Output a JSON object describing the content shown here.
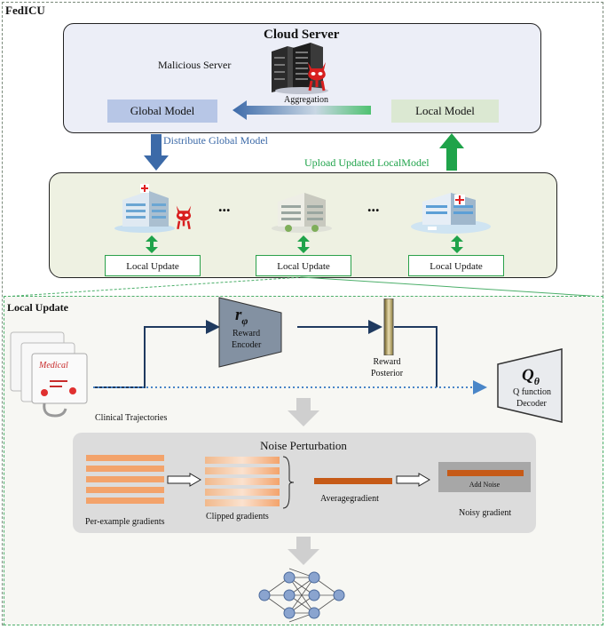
{
  "frame": {
    "title": "FedICU"
  },
  "cloud": {
    "title": "Cloud Server",
    "malicious_label": "Malicious Server",
    "aggregation_label": "Aggregation",
    "global_model": "Global Model",
    "local_model": "Local Model"
  },
  "flows": {
    "distribute": "Distribute Global Model",
    "upload": "Upload Updated LocalModel"
  },
  "clients": {
    "dots": "...",
    "local_updates": [
      "Local Update",
      "Local Update",
      "Local Update"
    ]
  },
  "local": {
    "title": "Local Update",
    "reward_encoder_symbol": "r",
    "reward_encoder_sub": "φ",
    "reward_encoder_label1": "Reward",
    "reward_encoder_label2": "Encoder",
    "reward_posterior_label1": "Reward",
    "reward_posterior_label2": "Posterior",
    "q_symbol": "Q",
    "q_sub": "θ",
    "q_label1": "Q function",
    "q_label2": "Decoder",
    "trajectories_label": "Clinical Trajectories",
    "card_logo": "Medical"
  },
  "noise": {
    "title": "Noise Perturbation",
    "per_example": "Per-example gradients",
    "clipped": "Clipped gradients",
    "average": "Averagegradient",
    "add_noise": "Add Noise",
    "noisy": "Noisy gradient"
  },
  "colors": {
    "global_model_bg": "#b7c6e6",
    "local_model_bg": "#dbe8d2",
    "upload_text": "#1fa34a",
    "distribute_text": "#3c6aa8",
    "gradient_orange": "#f3a36b",
    "average_bar": "#c65a17",
    "encoder_fill": "#8391a2",
    "nn_node": "#8aa4cf"
  }
}
